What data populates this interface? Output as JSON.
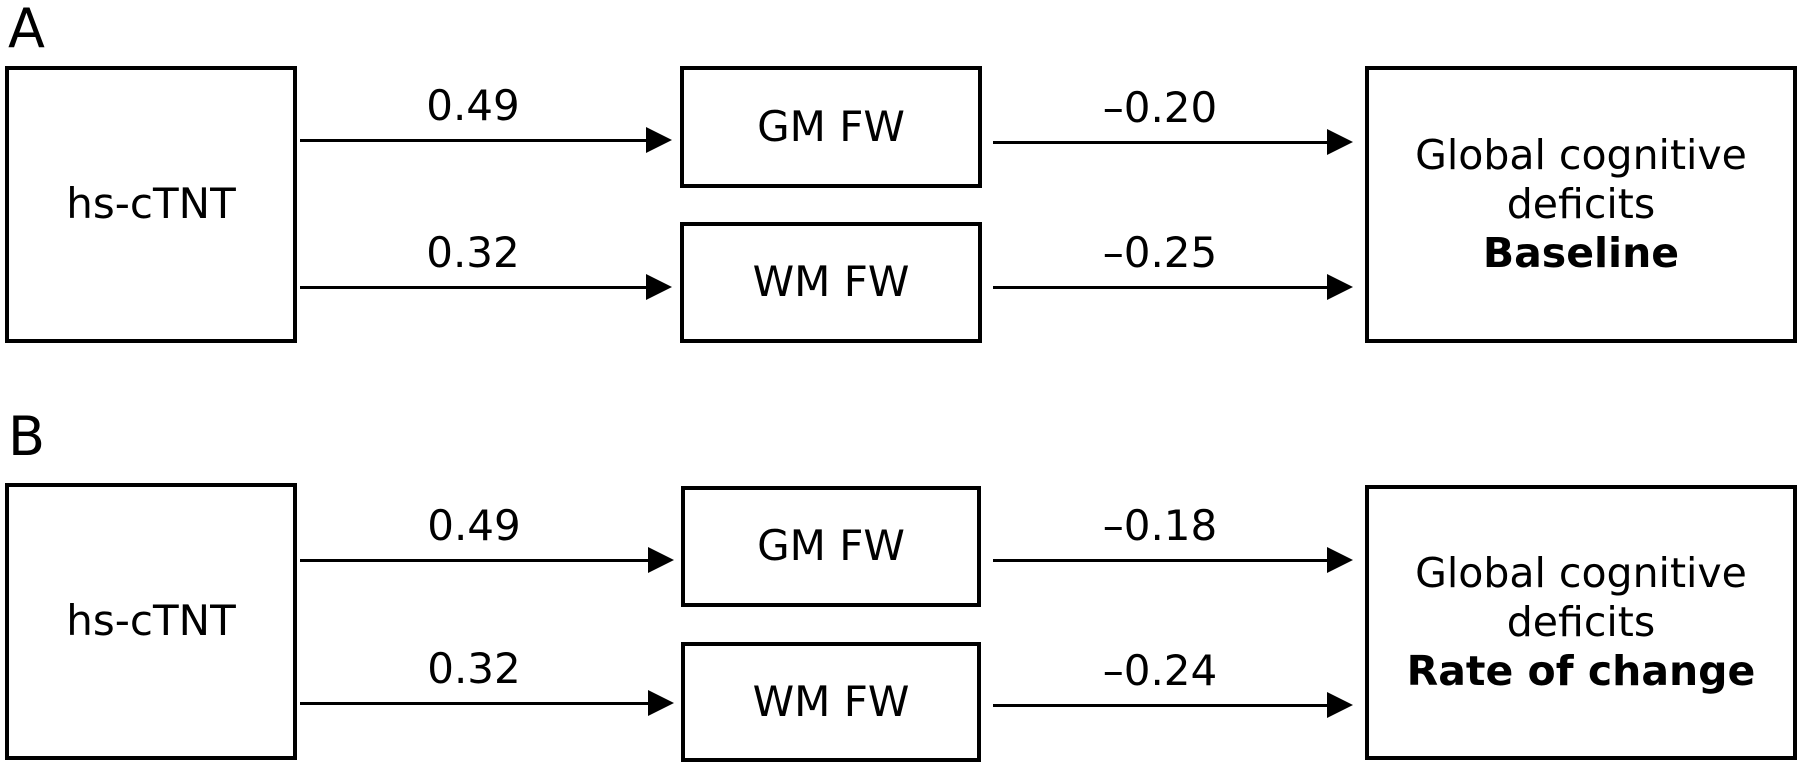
{
  "colors": {
    "ink": "#000000",
    "background": "#ffffff"
  },
  "panels": [
    {
      "label": "A",
      "predictor": {
        "label": "hs-cTNT"
      },
      "mediators": [
        {
          "label": "GM FW"
        },
        {
          "label": "WM FW"
        }
      ],
      "outcome": {
        "line1": "Global cognitive",
        "line2": "deficits",
        "emphasis": "Baseline"
      },
      "coefficients": {
        "predictor_to_gm": "0.49",
        "predictor_to_wm": "0.32",
        "gm_to_outcome": "–0.20",
        "wm_to_outcome": "–0.25"
      }
    },
    {
      "label": "B",
      "predictor": {
        "label": "hs-cTNT"
      },
      "mediators": [
        {
          "label": "GM FW"
        },
        {
          "label": "WM FW"
        }
      ],
      "outcome": {
        "line1": "Global cognitive",
        "line2": "deficits",
        "emphasis": "Rate of change"
      },
      "coefficients": {
        "predictor_to_gm": "0.49",
        "predictor_to_wm": "0.32",
        "gm_to_outcome": "–0.18",
        "wm_to_outcome": "–0.24"
      }
    }
  ]
}
